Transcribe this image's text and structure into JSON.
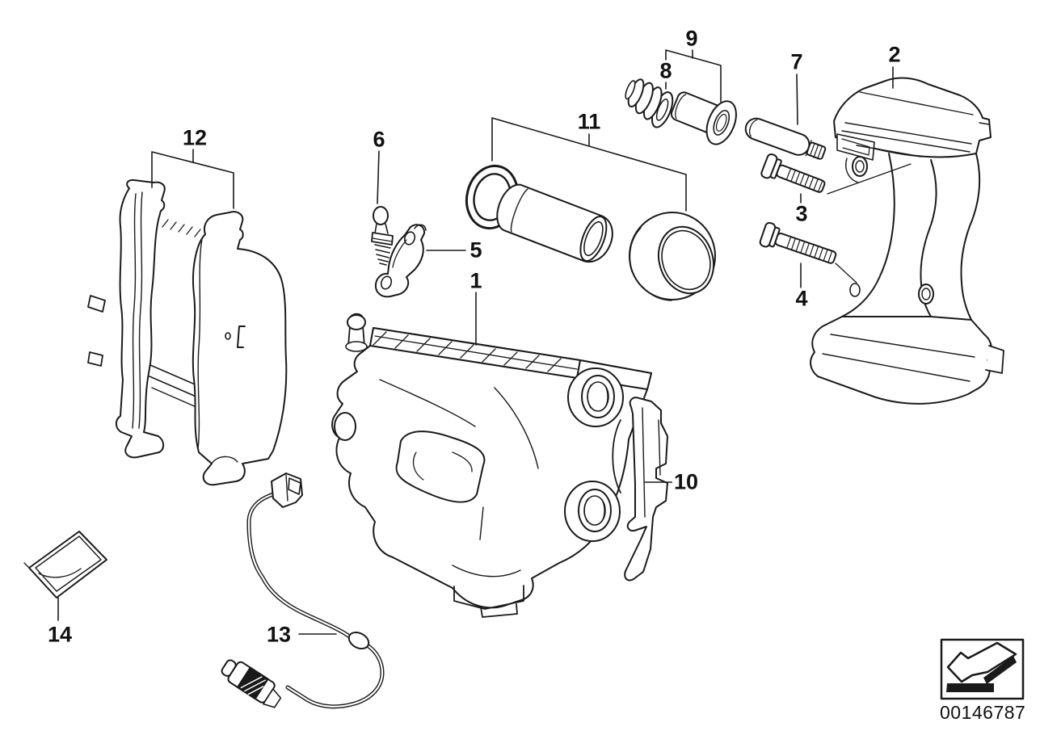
{
  "page": {
    "background": "#ffffff",
    "line_color": "#1a1a1a"
  },
  "callouts": {
    "c1": {
      "label": "1",
      "part": "brake-caliper"
    },
    "c2": {
      "label": "2",
      "part": "caliper-carrier"
    },
    "c3": {
      "label": "3",
      "part": "carrier-bolt-upper"
    },
    "c4": {
      "label": "4",
      "part": "carrier-bolt-lower"
    },
    "c5": {
      "label": "5",
      "part": "retaining-clip"
    },
    "c6": {
      "label": "6",
      "part": "bleeder-valve"
    },
    "c7": {
      "label": "7",
      "part": "guide-pin"
    },
    "c8": {
      "label": "8",
      "part": "guide-bellows"
    },
    "c9": {
      "label": "9",
      "part": "guide-sleeve-kit"
    },
    "c10": {
      "label": "10",
      "part": "anti-rattle-spring"
    },
    "c11": {
      "label": "11",
      "part": "piston-repair-kit"
    },
    "c12": {
      "label": "12",
      "part": "brake-pad-set"
    },
    "c13": {
      "label": "13",
      "part": "wear-sensor"
    },
    "c14": {
      "label": "14",
      "part": "grease-packet"
    }
  },
  "footer": {
    "drawing_number": "00146787",
    "arrow_icon": "corner-arrow-icon"
  }
}
